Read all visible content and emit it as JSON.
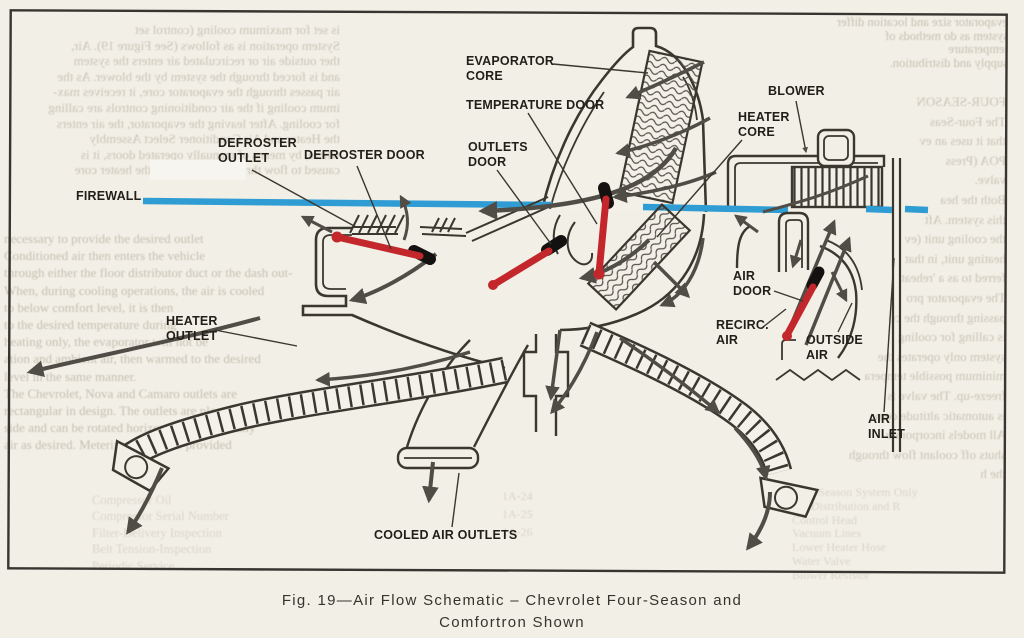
{
  "caption": {
    "line1": "Fig. 19—Air Flow Schematic – Chevrolet Four-Season and",
    "line2": "Comfortron Shown"
  },
  "colors": {
    "paper": "#f2efe7",
    "ink": "#3a372f",
    "label_ink": "#211f19",
    "firewall_blue": "#2f9cd3",
    "door_red": "#c4272b",
    "door_tip_black": "#141210",
    "arrow_gray": "#504d46",
    "ghost_text": "#a09880"
  },
  "diagram": {
    "labels": {
      "firewall": "FIREWALL",
      "evaporator_core": "EVAPORATOR\nCORE",
      "temperature_door": "TEMPERATURE DOOR",
      "outlets_door": "OUTLETS\nDOOR",
      "defroster_outlet": "DEFROSTER\nOUTLET",
      "defroster_door": "DEFROSTER DOOR",
      "heater_core": "HEATER\nCORE",
      "blower": "BLOWER",
      "air_door": "AIR\nDOOR",
      "recirc_air": "RECIRC.\nAIR",
      "outside_air": "OUTSIDE\nAIR",
      "air_inlet": "AIR\nINLET",
      "heater_outlet": "HEATER\nOUTLET",
      "cooled_air_outlets": "COOLED AIR OUTLETS"
    }
  },
  "ghost": {
    "top_right": [
      "evaporator size and location differ",
      "system as do methods of temperature",
      "supply and distribution."
    ],
    "upper_left": [
      "is set for maximum cooling (control set",
      "System operation is as follows (See Figure 19). Air,",
      "ther outside air or recirculated air enters the system",
      "and is forced through the system by the blower. As the",
      "air passes through the evaporator core, it receives max-",
      "imum cooling if the air conditioning controls are calling",
      "for cooling. After leaving the evaporator, the air enters",
      "the Heater and Air Conditioner Select Assembly",
      "where, by means of manually operated doors, it is",
      "caused to flow through or to bypass the heater core"
    ],
    "mid_left": [
      "necessary to provide the desired outlet",
      "Conditioned air then enters the vehicle",
      "through either the floor distributor duct or the dash out-",
      "When, during cooling operations, the air is cooled",
      "to below comfort level, it is then",
      "to the desired temperature during",
      "heating only, the evaporator will not be",
      "ation and ambient air, then warmed to the desired",
      "level in the same manner.",
      "The Chevrolet, Nova and Camaro outlets are",
      "rectangular in design. The outlets are placed vertically",
      "side and can be rotated horizontally or vertically",
      "air as desired. Metering valves are provided"
    ],
    "right_col": [
      "FOUR-SEASON",
      "The Four-Seas",
      "that it uses an ev",
      "POA (Press",
      "valve.",
      "Both the hea",
      "this system. Aft",
      "the cooling unit (ev",
      "heating unit, in that",
      "ferred to as a 'reheat'",
      "The evaporator pro",
      "passing through the co",
      "is calling for cooling",
      "system only operates the",
      "minimum possible tempera",
      "freeze-up. The valve is",
      "is automatic altitude com",
      "All models incorporate",
      "shuts off coolant flow through the h"
    ],
    "bottom_right_list": [
      "Four-Season System Only",
      "Air Distribution and R",
      "Control Head",
      "Vacuum Lines",
      "Lower Heater Hose",
      "Water Valve",
      "Blower Resistor"
    ],
    "bottom_left_list": [
      "Compressor Oil",
      "Compressor Serial Number",
      "Filter-Delivery Inspection",
      "Belt Tension-Inspection",
      "Periodic Service"
    ],
    "page_refs": [
      "1A-24",
      "1A-25",
      "1A-26"
    ]
  }
}
